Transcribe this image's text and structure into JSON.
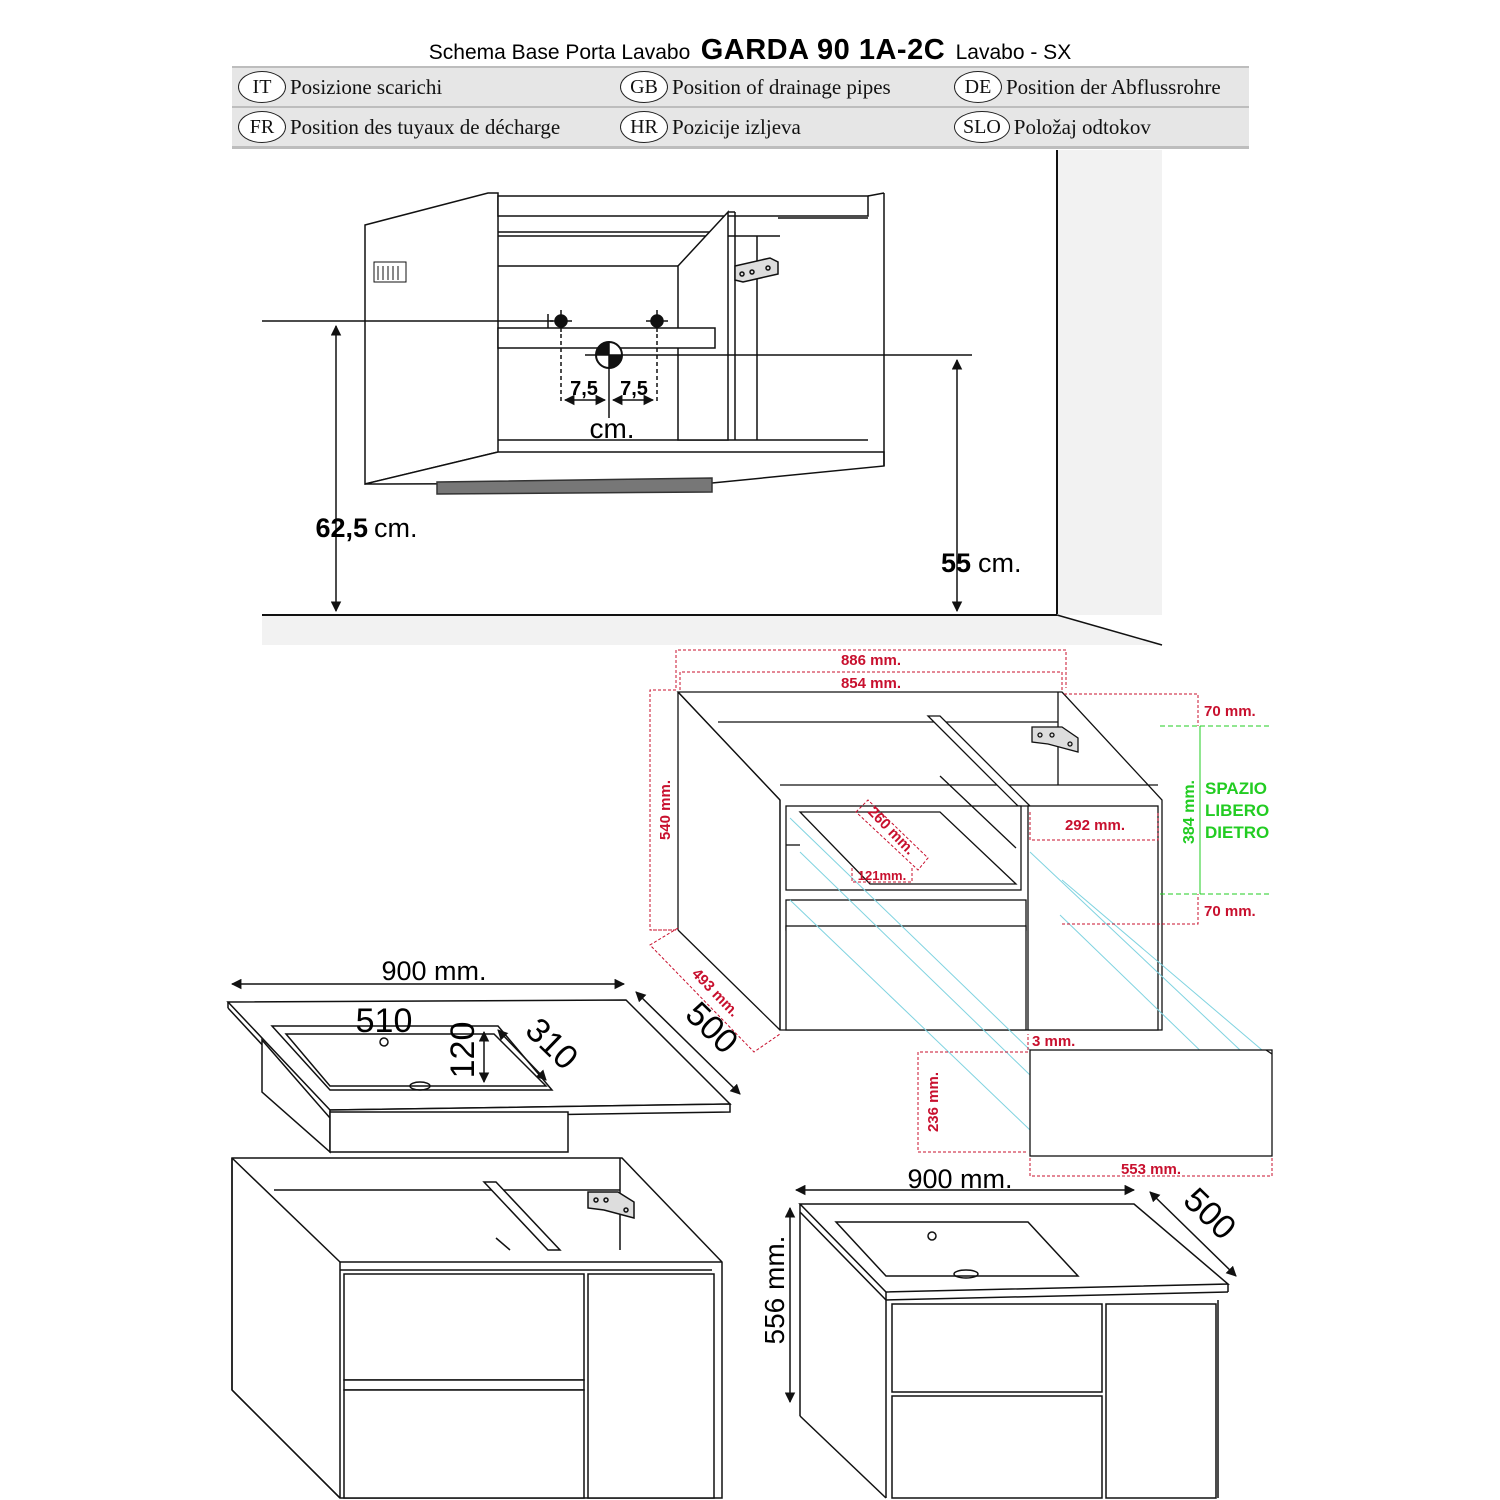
{
  "header": {
    "subtitle": "Schema Base Porta Lavabo",
    "model": "GARDA 90  1A-2C",
    "suffix": "Lavabo - SX"
  },
  "languages": [
    {
      "code": "IT",
      "label": "Posizione scarichi"
    },
    {
      "code": "GB",
      "label": "Position of drainage pipes"
    },
    {
      "code": "DE",
      "label": "Position der Abflussrohre"
    },
    {
      "code": "FR",
      "label": "Position des tuyaux de décharge"
    },
    {
      "code": "HR",
      "label": "Pozicije izljeva"
    },
    {
      "code": "SLO",
      "label": "Položaj odtokov"
    }
  ],
  "drain_view": {
    "offset_left": "7,5",
    "offset_right": "7,5",
    "unit": "cm.",
    "height_inlet": "62,5",
    "height_inlet_unit": "cm.",
    "height_drain": "55",
    "height_drain_unit": "cm."
  },
  "cabinet_view": {
    "width_outer": "886 mm.",
    "width_inner": "854 mm.",
    "height": "540 mm.",
    "depth": "493 mm.",
    "drawer_depth": "260 mm.",
    "drawer_inner": "121mm.",
    "door_width": "292 mm.",
    "top_gap": "70 mm.",
    "bottom_gap": "70 mm.",
    "free_space_height": "384 mm.",
    "free_space_label": [
      "SPAZIO",
      "LIBERO",
      "DIETRO"
    ],
    "drawer_gap": "3 mm.",
    "drawer_height": "236 mm.",
    "drawer_width": "553 mm."
  },
  "sink_view": {
    "width": "900 mm.",
    "depth": "500",
    "basin_width": "510",
    "basin_height": "120",
    "basin_depth": "310"
  },
  "assembled_view": {
    "width": "900 mm.",
    "depth": "500",
    "height": "556 mm."
  },
  "colors": {
    "red": "#c8102e",
    "green": "#22cc22",
    "cyan": "#7fd3e0"
  }
}
